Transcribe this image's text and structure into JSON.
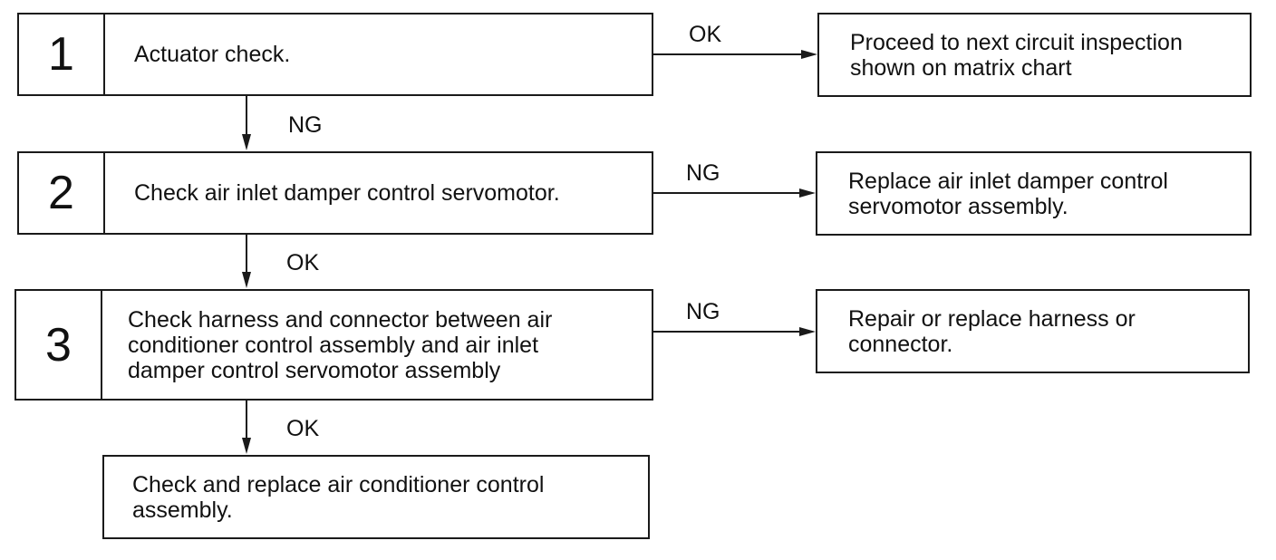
{
  "steps": [
    {
      "number": "1",
      "text": "Actuator check."
    },
    {
      "number": "2",
      "text": "Check air inlet damper control servomotor."
    },
    {
      "number": "3",
      "text": "Check harness and connector between air\nconditioner control assembly and air inlet\ndamper control servomotor assembly"
    }
  ],
  "results": [
    "Proceed to next circuit inspection\nshown on matrix chart",
    "Replace air inlet damper control\nservomotor assembly.",
    "Repair or replace harness or\nconnector."
  ],
  "final": "Check and replace air conditioner control\nassembly.",
  "labels": {
    "step1_right": "OK",
    "step1_down": "NG",
    "step2_right": "NG",
    "step2_down": "OK",
    "step3_right": "NG",
    "step3_down": "OK"
  }
}
